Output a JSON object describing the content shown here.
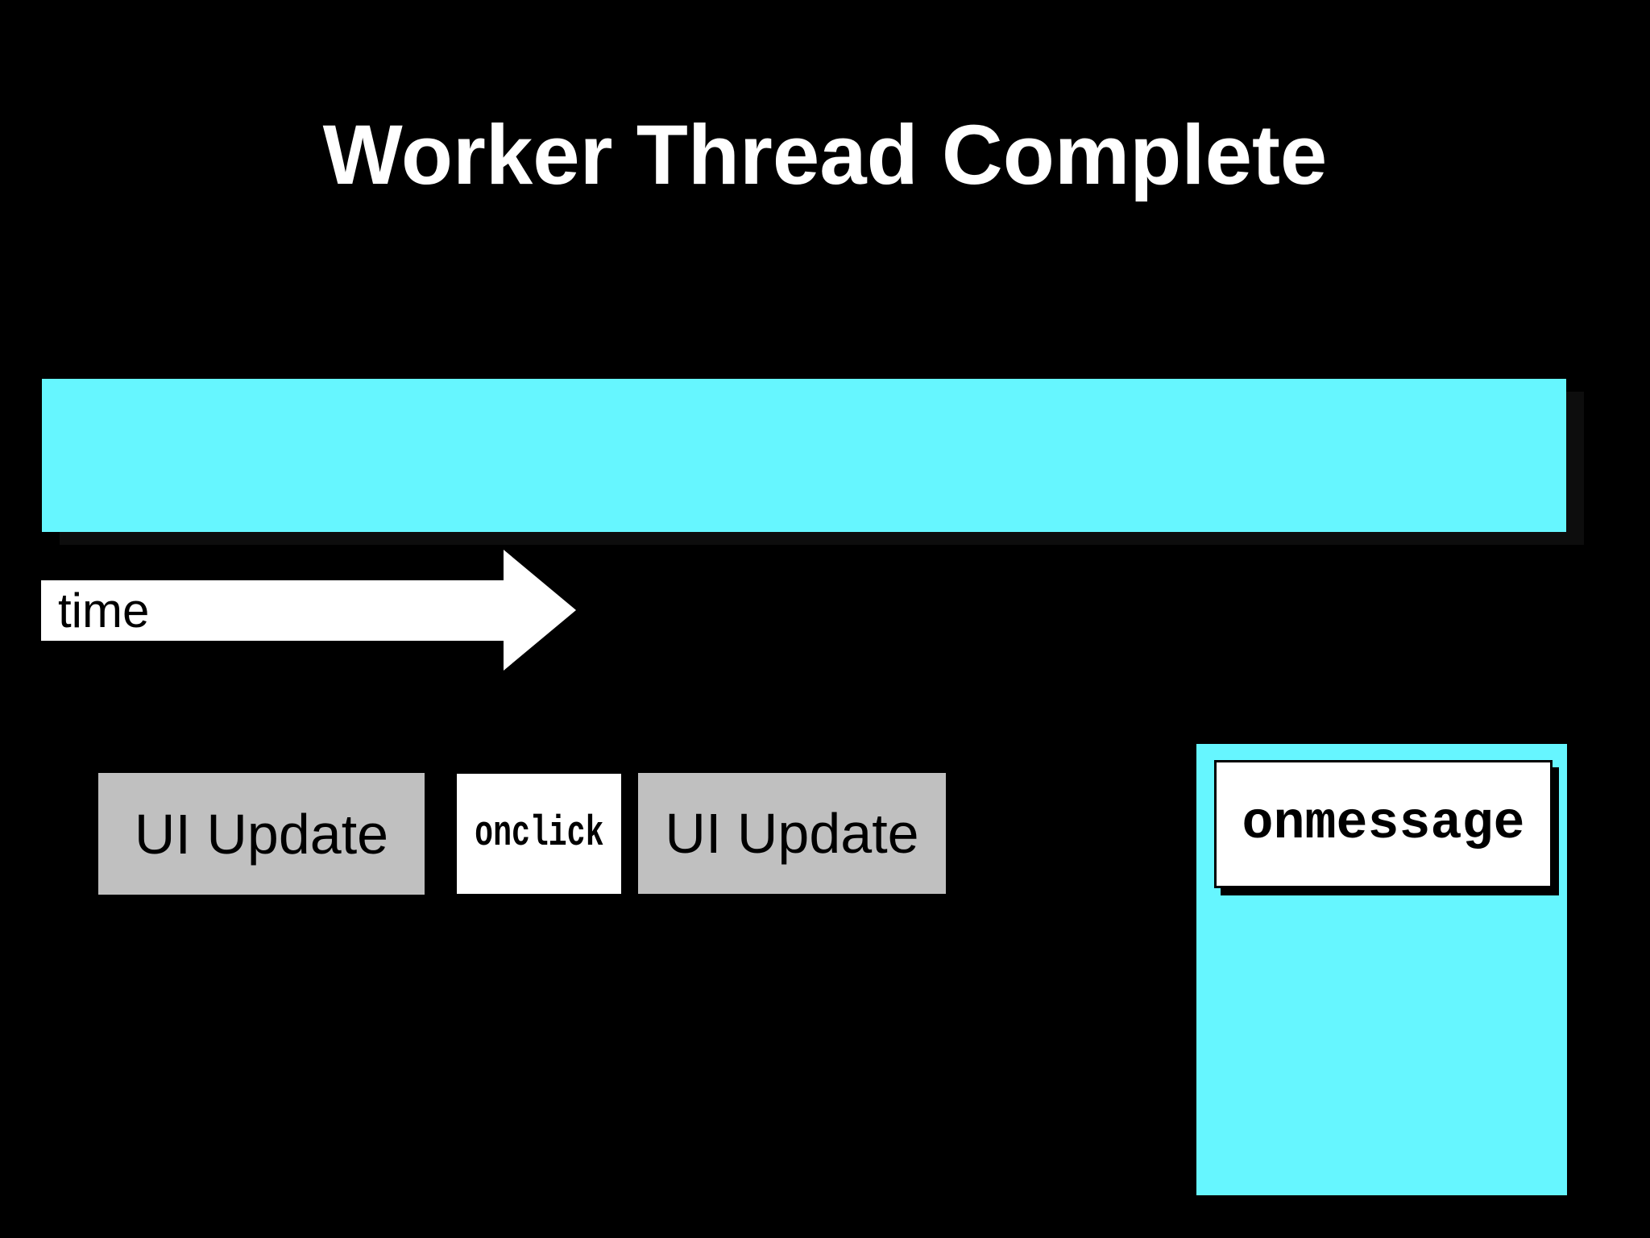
{
  "title": "Worker Thread Complete",
  "colors": {
    "background": "#000000",
    "thread_bar": "#66F6FF",
    "ui_update_box": "#C0C0C0",
    "event_box": "#FFFFFF",
    "text": "#000000",
    "title_text": "#FFFFFF",
    "arrow": "#FFFFFF"
  },
  "main_thread_bar": {
    "blocks": [
      {
        "label": "UI Update"
      },
      {
        "label": "onclick"
      },
      {
        "label": "UI Update"
      }
    ]
  },
  "time_arrow": {
    "label": "time"
  },
  "worker_block": {
    "event_label": "onmessage"
  }
}
